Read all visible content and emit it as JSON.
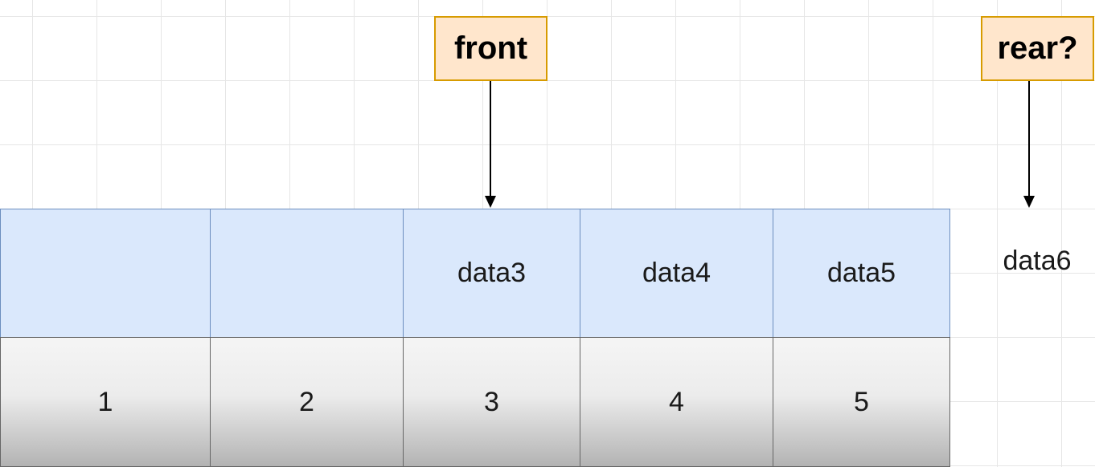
{
  "labels": {
    "front": "front",
    "rear": "rear?"
  },
  "queue": {
    "data_cells": [
      "",
      "",
      "data3",
      "data4",
      "data5"
    ],
    "index_cells": [
      "1",
      "2",
      "3",
      "4",
      "5"
    ],
    "overflow_item": "data6"
  },
  "colors": {
    "label_fill": "#ffe6cc",
    "label_border": "#d79b00",
    "data_fill": "#dae8fc",
    "data_border": "#6c8ebf",
    "index_border": "#666666",
    "arrow": "#000000"
  },
  "pointers": {
    "front_points_to_index": "3",
    "rear_points_to": "data6"
  }
}
